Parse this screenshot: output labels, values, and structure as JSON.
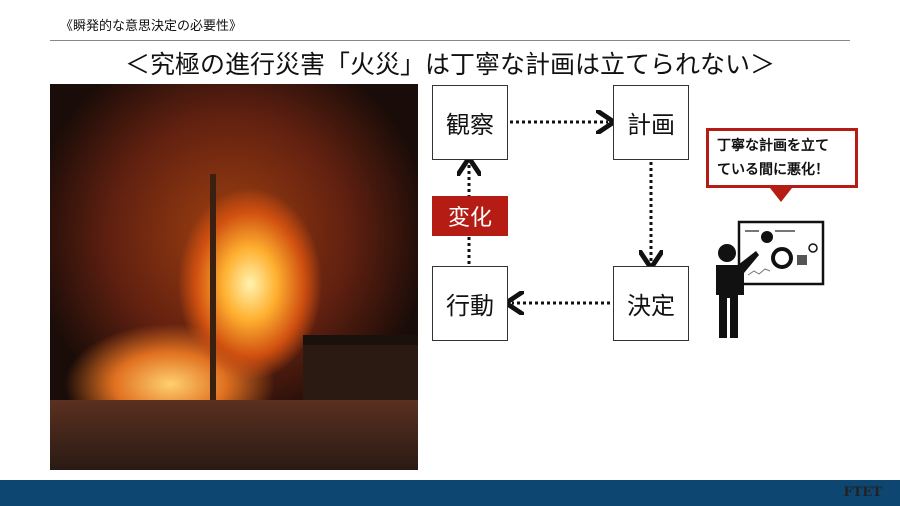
{
  "slide": {
    "subtitle": "《瞬発的な意思決定の必要性》",
    "title": "＜究極の進行災害「火災」は丁寧な計画は立てられない＞"
  },
  "cycle": {
    "observe": "観察",
    "plan": "計画",
    "decide": "決定",
    "act": "行動",
    "change": "変化"
  },
  "callout": {
    "line1": "丁寧な計画を立て",
    "line2": "ている間に悪化！"
  },
  "footer": {
    "logo": "FTET"
  },
  "colors": {
    "accent": "#b51d14",
    "footer": "#0d4670"
  }
}
